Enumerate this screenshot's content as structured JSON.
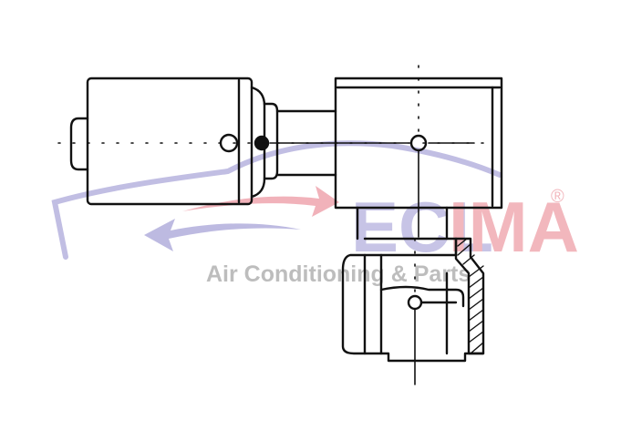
{
  "watermark": {
    "brand_part1": "ECL",
    "brand_part2": "IMA",
    "registered_mark": "®",
    "tagline": "Air Conditioning & Parts",
    "colors": {
      "brand_blue": "#c7c4e6",
      "brand_red": "#f2b7bd",
      "tagline_gray": "#bdbdbd",
      "swoosh_blue": "#b6b3de",
      "swoosh_red": "#f0aab2"
    }
  },
  "drawing": {
    "stroke_color": "#111111",
    "marker_fill": "#111111"
  }
}
